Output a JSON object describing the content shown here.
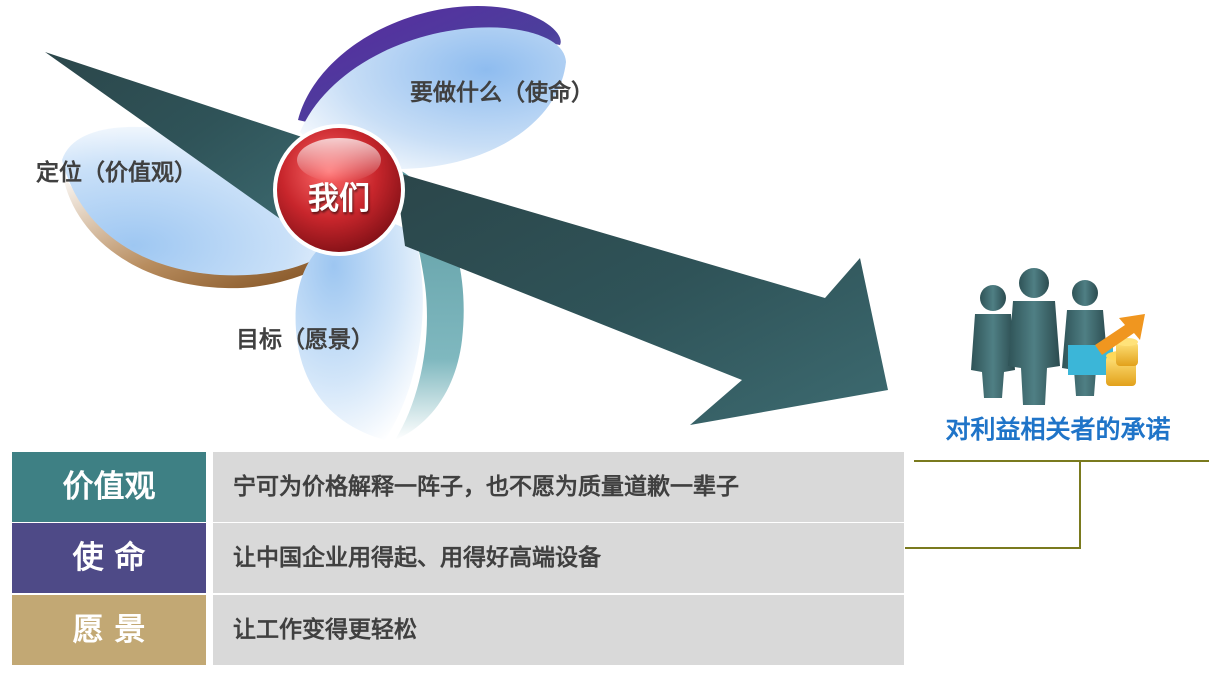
{
  "center": {
    "label": "我们"
  },
  "petals": {
    "mission": "要做什么（使命）",
    "values": "定位（价值观）",
    "vision": "目标（愿景）"
  },
  "promise": {
    "title": "对利益相关者的承诺"
  },
  "rows": [
    {
      "label": "价值观",
      "text": "宁可为价格解释一阵子，也不愿为质量道歉一辈子",
      "color": "#3e8084"
    },
    {
      "label": "使 命",
      "text": "让中国企业用得起、用得好高端设备",
      "color": "#4e4a87"
    },
    {
      "label": "愿 景",
      "text": "让工作变得更轻松",
      "color": "#c2a874"
    }
  ],
  "colors": {
    "arrow": "#2c4d52",
    "center_ball": "#c0272d",
    "connector": "#7a7a1e",
    "promise_text": "#1f74c8"
  },
  "icons": [
    "people-icon",
    "coins-icon",
    "growth-arrow-icon"
  ]
}
